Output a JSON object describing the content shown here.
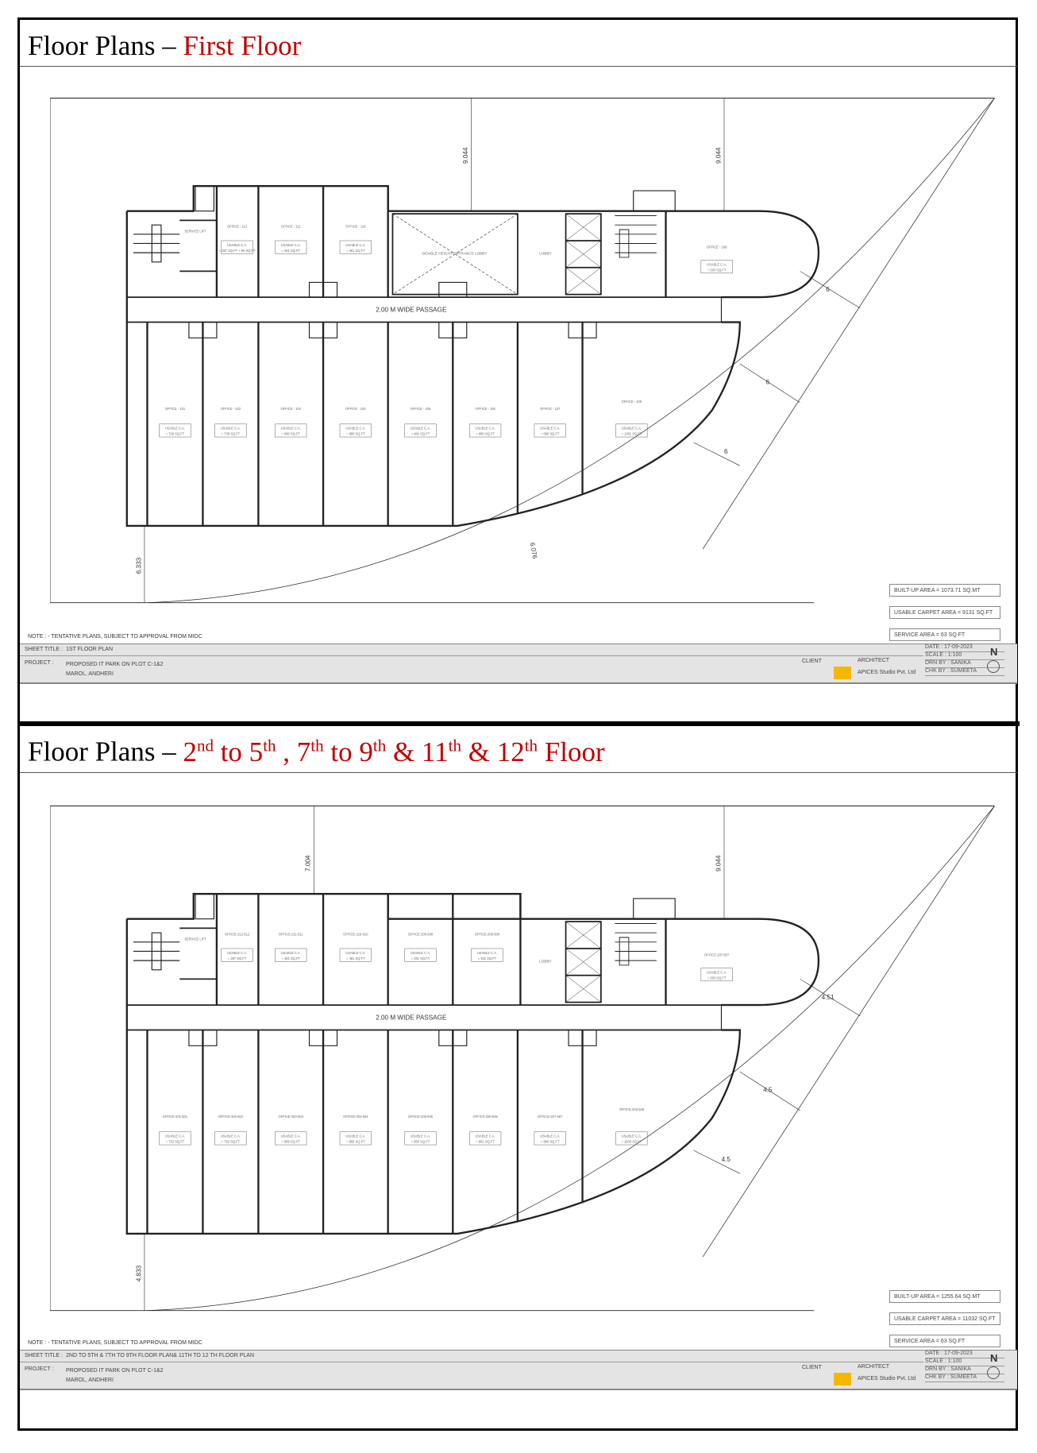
{
  "panels": [
    {
      "title_prefix": "Floor Plans – ",
      "title_segments": [
        {
          "t": "First Floor"
        }
      ],
      "passage_label": "2.00 M WIDE PASSAGE",
      "lobby_label": "DOUBLE HEIGHT ENTRANCE LOBBY",
      "lobby2_label": "LOBBY",
      "service_label": "SERVICE LIFT",
      "top_offices": [
        {
          "name": "OFFICE - 112",
          "ca": "= 397 SQ.FT + 90 SQ.FT"
        },
        {
          "name": "OFFICE - 111",
          "ca": "= 481 SQ.FT"
        },
        {
          "name": "OFFICE - 110",
          "ca": "= 481 SQ.FT"
        }
      ],
      "right_office": {
        "name": "OFFICE - 109",
        "ca": "= 503 SQ.FT"
      },
      "bottom_offices": [
        {
          "name": "OFFICE - 101",
          "ca": "= 729 SQ.FT"
        },
        {
          "name": "OFFICE - 102",
          "ca": "= 739 SQ.FT"
        },
        {
          "name": "OFFICE - 103",
          "ca": "= 880 SQ.FT"
        },
        {
          "name": "OFFICE - 104",
          "ca": "= 880 SQ.FT"
        },
        {
          "name": "OFFICE - 105",
          "ca": "= 882 SQ.FT"
        },
        {
          "name": "OFFICE - 106",
          "ca": "= 880 SQ.FT"
        },
        {
          "name": "OFFICE - 107",
          "ca": "= 880 SQ.FT"
        }
      ],
      "curved_office": {
        "name": "OFFICE - 108",
        "ca": "= 1362 SQ.FT"
      },
      "usable_label": "USABLE C.A.",
      "dims": {
        "top_left": "9.044",
        "top_right": "9.044",
        "bottom_left": "6.333",
        "diag1": "6",
        "diag2": "6",
        "diag3": "6",
        "curve": "6.076"
      },
      "note": "NOTE : - TENTATIVE PLANS, SUBJECT TO APPROVAL FROM MIDC",
      "areas": [
        "BUILT-UP AREA = 1073.71 SQ.MT",
        "USABLE CARPET AREA = 9131 SQ.FT",
        "SERVICE AREA = 63 SQ.FT"
      ],
      "sheet_title_label": "SHEET TITLE :",
      "sheet_title": "1ST FLOOR PLAN",
      "project_label": "PROJECT :",
      "project_line1": "PROPOSED IT PARK ON PLOT C-1&2",
      "project_line2": "MAROL, ANDHERI",
      "client_label": "CLIENT",
      "architect_label": "ARCHITECT",
      "architect_name": "APICES Studio Pvt. Ltd",
      "date": "DATE :   17-09-2023",
      "scale": "SCALE :   1:100",
      "drawn_by": "DRN BY :  SANIKA",
      "checked_by": "CHK BY :  SUMEETA",
      "north": "N"
    },
    {
      "title_prefix": "Floor Plans – ",
      "title_segments": [
        {
          "t": "2"
        },
        {
          "t": "nd",
          "sup": true
        },
        {
          "t": " to 5"
        },
        {
          "t": "th",
          "sup": true
        },
        {
          "t": " , 7"
        },
        {
          "t": "th",
          "sup": true
        },
        {
          "t": " to 9"
        },
        {
          "t": "th",
          "sup": true
        },
        {
          "t": " & 11"
        },
        {
          "t": "th",
          "sup": true
        },
        {
          "t": " & 12"
        },
        {
          "t": "th",
          "sup": true
        },
        {
          "t": " Floor"
        }
      ],
      "passage_label": "2.00 M WIDE PASSAGE",
      "lobby_label": "",
      "lobby2_label": "LOBBY",
      "service_label": "SERVICE LIFT",
      "top_offices": [
        {
          "name": "OFFICE-212-512",
          "ca": "= 397 SQ.FT"
        },
        {
          "name": "OFFICE-211-511",
          "ca": "= 481 SQ.FT"
        },
        {
          "name": "OFFICE-210-510",
          "ca": "= 481 SQ.FT"
        },
        {
          "name": "OFFICE-209-509",
          "ca": "= 481 SQ.FT"
        },
        {
          "name": "OFFICE-208-508",
          "ca": "= 481 SQ.FT"
        }
      ],
      "right_office": {
        "name": "OFFICE-207-507",
        "ca": "= 503 SQ.FT"
      },
      "bottom_offices": [
        {
          "name": "OFFICE-201-501",
          "ca": "= 752 SQ.FT"
        },
        {
          "name": "OFFICE-202-502",
          "ca": "= 762 SQ.FT"
        },
        {
          "name": "OFFICE-203-503",
          "ca": "= 865 SQ.FT"
        },
        {
          "name": "OFFICE-204-504",
          "ca": "= 865 SQ.FT"
        },
        {
          "name": "OFFICE-205-505",
          "ca": "= 865 SQ.FT"
        },
        {
          "name": "OFFICE-206-506",
          "ca": "= 861 SQ.FT"
        },
        {
          "name": "OFFICE-207-507",
          "ca": "= 860 SQ.FT"
        }
      ],
      "curved_office": {
        "name": "OFFICE-208-508",
        "ca": "= 1605 SQ.FT"
      },
      "usable_label": "USABLE C.A.",
      "dims": {
        "top_left": "7.004",
        "top_right": "9.044",
        "bottom_left": "4.833",
        "diag1": "4.51",
        "diag2": "4.5",
        "diag3": "4.5",
        "curve": ""
      },
      "note": "NOTE : - TENTATIVE PLANS, SUBJECT TO APPROVAL FROM MIDC",
      "areas": [
        "BUILT-UP AREA = 1255.64 SQ.MT",
        "USABLE CARPET AREA = 11032 SQ.FT",
        "SERVICE AREA = 63 SQ.FT"
      ],
      "sheet_title_label": "SHEET TITLE :",
      "sheet_title": "2ND TO 5TH & 7TH TO 9TH FLOOR PLAN& 11TH  TO 12 TH FLOOR PLAN",
      "project_label": "PROJECT :",
      "project_line1": "PROPOSED IT PARK ON PLOT C-1&2",
      "project_line2": "MAROL, ANDHERI",
      "client_label": "CLIENT",
      "architect_label": "ARCHITECT",
      "architect_name": "APICES Studio Pvt. Ltd",
      "date": "DATE :   17-09-2023",
      "scale": "SCALE :   1:100",
      "drawn_by": "DRN BY :  SANIKA",
      "checked_by": "CHK BY :  SUMEETA",
      "north": "N"
    }
  ]
}
